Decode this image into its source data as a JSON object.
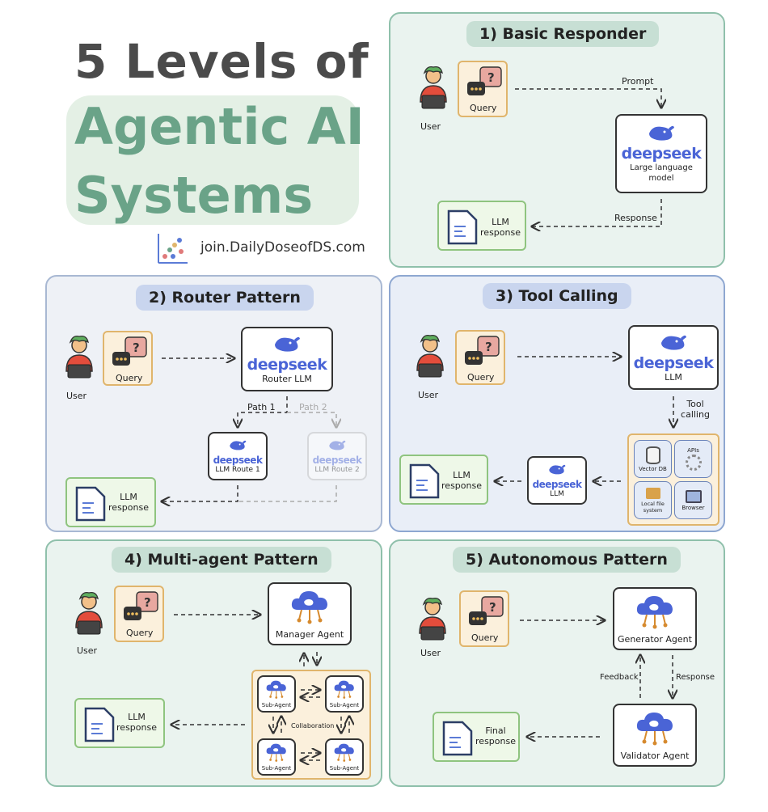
{
  "title": {
    "line1": "5 Levels of",
    "line2": "Agentic AI",
    "line3": "Systems"
  },
  "website": "join.DailyDoseofDS.com",
  "common": {
    "user": "User",
    "query": "Query",
    "deepseek": "deepseek",
    "llm": "LLM",
    "llm_response": "LLM response"
  },
  "panel1": {
    "title": "1) Basic Responder",
    "prompt": "Prompt",
    "llm_desc": "Large language model",
    "response": "Response"
  },
  "panel2": {
    "title": "2) Router Pattern",
    "router": "Router LLM",
    "path1": "Path 1",
    "path2": "Path 2",
    "route1": "LLM Route 1",
    "route2": "LLM Route 2"
  },
  "panel3": {
    "title": "3) Tool Calling",
    "tool_calling": "Tool calling",
    "tools": [
      "Vector DB",
      "APIs",
      "Local file system",
      "Browser"
    ]
  },
  "panel4": {
    "title": "4) Multi-agent Pattern",
    "manager": "Manager Agent",
    "sub_agent": "Sub-Agent",
    "collaboration": "Collaboration"
  },
  "panel5": {
    "title": "5) Autonomous Pattern",
    "generator": "Generator Agent",
    "validator": "Validator Agent",
    "feedback": "Feedback",
    "response": "Response",
    "final_response": "Final response"
  },
  "colors": {
    "green": "#6aa388",
    "deepseek_blue": "#4a64d6",
    "query_bg": "#fbf0dc",
    "response_bg": "#eef8e8"
  }
}
